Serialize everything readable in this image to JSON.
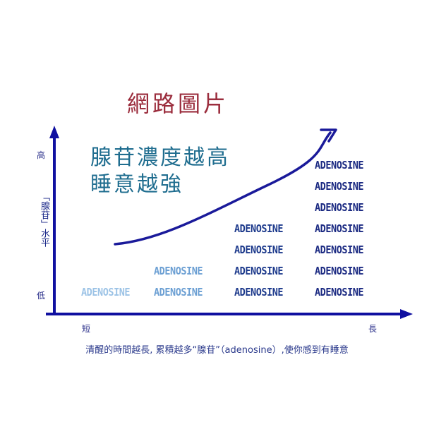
{
  "title": "網路圖片",
  "headline": [
    "腺苷濃度越高",
    "睡意越強"
  ],
  "y_axis": {
    "label": "「腺苷」水平",
    "high": "高",
    "low": "低"
  },
  "x_axis": {
    "short": "短",
    "long": "長"
  },
  "caption": "清醒的時間越長, 累積越多“腺苷”（adenosine）,使你感到有睡意",
  "columns": [
    {
      "count": 1,
      "word": "ADENOSINE",
      "color": "#9cc3e6"
    },
    {
      "count": 2,
      "word": "ADENOSINE",
      "color": "#6b9fd3"
    },
    {
      "count": 4,
      "word": "ADENOSINE",
      "color": "#1d3a8c"
    },
    {
      "count": 7,
      "word": "ADENOSINE",
      "color": "#1b2a82"
    }
  ],
  "colors": {
    "axis": "#1010a0",
    "curve": "#1a1a9a"
  }
}
